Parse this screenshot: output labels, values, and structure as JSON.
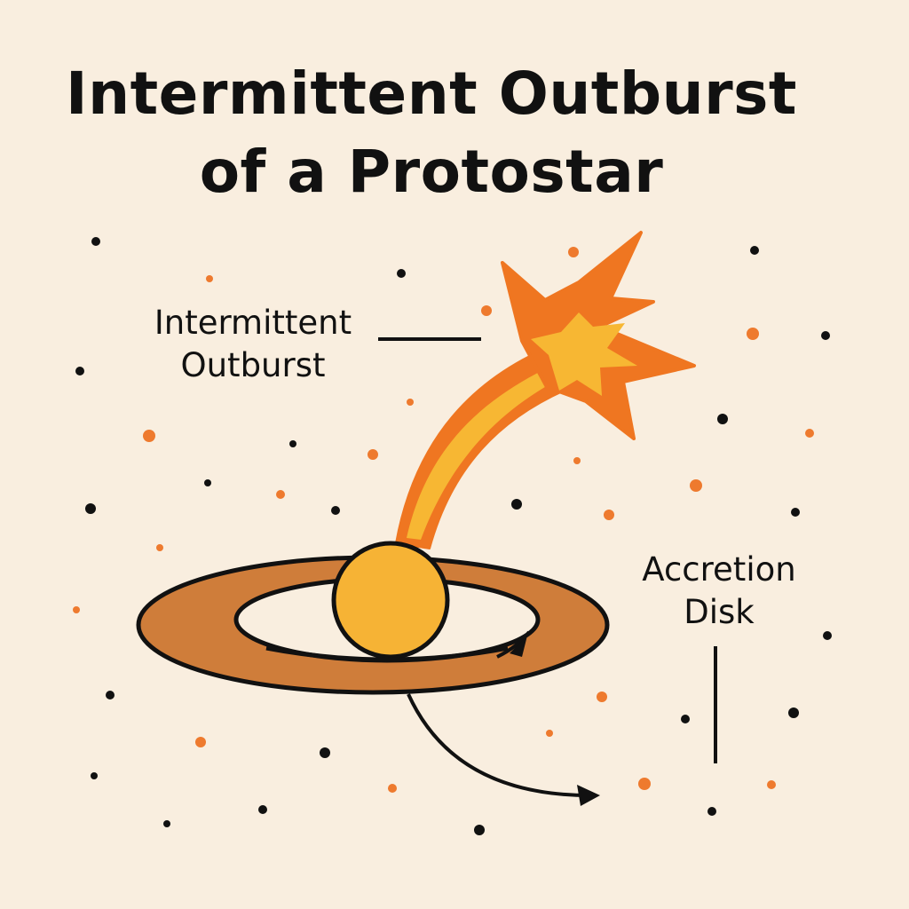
{
  "title": {
    "line1": "Intermittent Outburst",
    "line2": "of a Protostar"
  },
  "labels": {
    "outburst": {
      "line1": "Intermittent",
      "line2": "Outburst"
    },
    "disk": {
      "line1": "Accretion",
      "line2": "Disk"
    }
  },
  "colors": {
    "background": "#f9eedf",
    "ink": "#111111",
    "disk": "#cf7d3a",
    "star": "#f6b335",
    "flare": "#ef7621",
    "flare_core": "#f7b733",
    "orange_dot": "#ee7a2e"
  }
}
